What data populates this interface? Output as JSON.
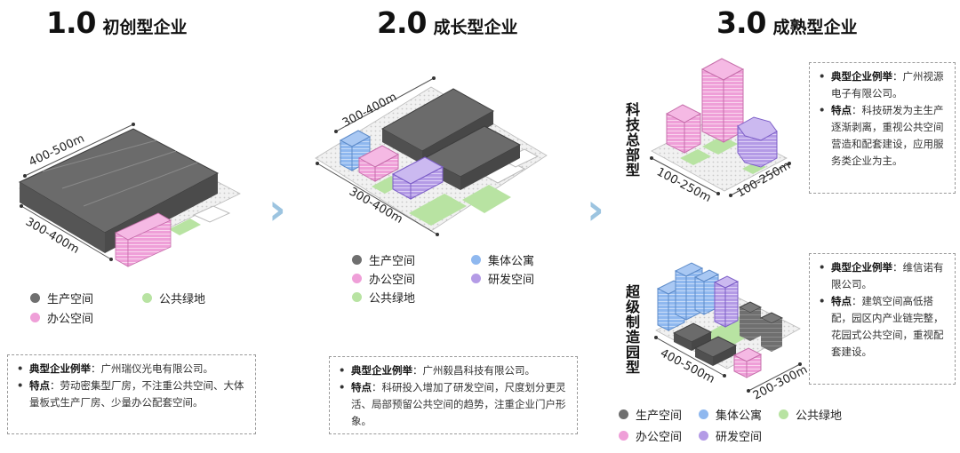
{
  "stages": [
    {
      "num": "1.0",
      "name": "初创型企业"
    },
    {
      "num": "2.0",
      "name": "成长型企业"
    },
    {
      "num": "3.0",
      "name": "成熟型企业"
    }
  ],
  "dims": {
    "s1_top": "400-500m",
    "s1_bottom": "300-400m",
    "s2_top": "300-400m",
    "s2_bottom": "300-400m",
    "s3a_left": "100-250m",
    "s3a_right": "100-250m",
    "s3b_left": "400-500m",
    "s3b_right": "200-300m"
  },
  "vertical_labels": {
    "hq": "科技总部型",
    "park": "超级制造园型"
  },
  "legend_labels": {
    "production": "生产空间",
    "office": "办公空间",
    "green": "公共绿地",
    "apartment": "集体公寓",
    "rnd": "研发空间"
  },
  "colors": {
    "production": "#6f6f6f",
    "office": "#ef9fd8",
    "green": "#b8e3a2",
    "apartment": "#8fb8ef",
    "rnd": "#b49be6",
    "chevron": "#9cc4e0"
  },
  "infoboxes": {
    "s1": {
      "example_label": "典型企业例举",
      "example_text": "：广州瑞仪光电有限公司。",
      "feature_label": "特点",
      "feature_text": "：劳动密集型厂房，不注重公共空间、大体量板式生产厂房、少量办公配套空间。"
    },
    "s2": {
      "example_label": "典型企业例举",
      "example_text": "：广州毅昌科技有限公司。",
      "feature_label": "特点",
      "feature_text": "：科研投入增加了研发空间，尺度划分更灵活、局部预留公共空间的趋势，注重企业门户形象。"
    },
    "s3a": {
      "example_label": "典型企业例举",
      "example_text": "：广州视源电子有限公司。",
      "feature_label": "特点",
      "feature_text": "：科技研发为主生产逐渐剥离，重视公共空间营造和配套建设，应用服务类企业为主。"
    },
    "s3b": {
      "example_label": "典型企业例举",
      "example_text": "：维信诺有限公司。",
      "feature_label": "特点",
      "feature_text": "：建筑空间高低搭配，园区内产业链完整，花园式公共空间，重视配套建设。"
    }
  }
}
